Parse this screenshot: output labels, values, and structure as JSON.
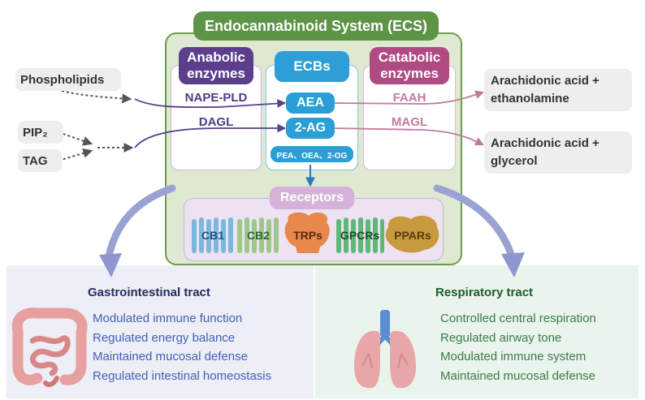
{
  "system": {
    "title": "Endocannabinoid System (ECS)"
  },
  "columns": {
    "anabolic": {
      "header_line1": "Anabolic",
      "header_line2": "enzymes",
      "items": [
        "NAPE-PLD",
        "DAGL"
      ]
    },
    "ecbs": {
      "header": "ECBs",
      "items": [
        "AEA",
        "2-AG"
      ],
      "others": "PEA、OEA、2-OG"
    },
    "catabolic": {
      "header_line1": "Catabolic",
      "header_line2": "enzymes",
      "items": [
        "FAAH",
        "MAGL"
      ]
    }
  },
  "precursors": [
    "Phospholipids",
    "PIP₂",
    "TAG"
  ],
  "products": [
    {
      "line1": "Arachidonic acid +",
      "line2": "ethanolamine"
    },
    {
      "line1": "Arachidonic acid +",
      "line2": "glycerol"
    }
  ],
  "receptors": {
    "title": "Receptors",
    "items": [
      "CB1",
      "CB2",
      "TRPs",
      "GPCRs",
      "PPARs"
    ]
  },
  "gastrointestinal": {
    "title": "Gastrointestinal tract",
    "effects": [
      "Modulated immune function",
      "Regulated energy balance",
      "Maintained mucosal defense",
      "Regulated intestinal homeostasis"
    ]
  },
  "respiratory": {
    "title": "Respiratory tract",
    "effects": [
      "Controlled central respiration",
      "Regulated airway tone",
      "Modulated immune system",
      "Maintained mucosal defense"
    ]
  },
  "colors": {
    "ecs_green": "#5d9446",
    "anabolic_purple": "#5c3f8c",
    "ecb_blue": "#2e9fd6",
    "catabolic_magenta": "#b04a82",
    "gi_text": "#3f62b8",
    "resp_text": "#3c7a4b"
  }
}
